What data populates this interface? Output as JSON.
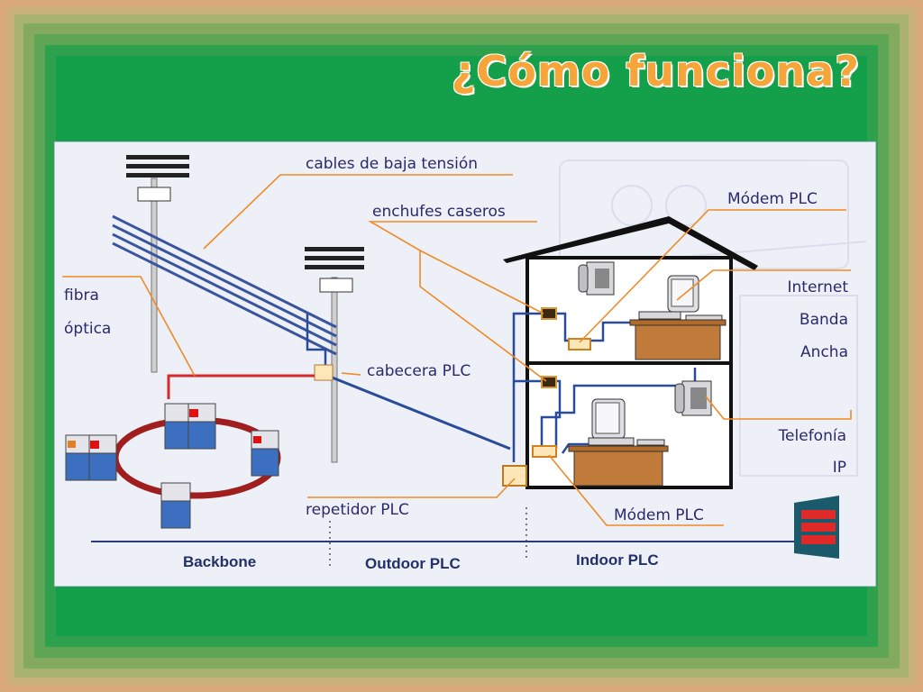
{
  "title": "¿Cómo funciona?",
  "labels": {
    "low_voltage_cables": "cables de baja tensión",
    "home_sockets": "enchufes caseros",
    "modem_top": "Módem PLC",
    "fiber_line1": "fibra",
    "fiber_line2": "óptica",
    "headend": "cabecera PLC",
    "internet_line1": "Internet",
    "internet_line2": "Banda",
    "internet_line3": "Ancha",
    "telephony_line1": "Telefonía",
    "telephony_line2": "IP",
    "repeater": "repetidor PLC",
    "modem_bottom": "Módem PLC"
  },
  "zones": {
    "backbone": "Backbone",
    "outdoor": "Outdoor PLC",
    "indoor": "Indoor PLC"
  },
  "colors": {
    "title": "#f6a53a",
    "callout": "#f08a24",
    "power_line": "#2a4a9a",
    "fiber": "#d42a2a",
    "ring": "#a01e1e",
    "house": "#111111",
    "furniture": "#c07a3a"
  }
}
